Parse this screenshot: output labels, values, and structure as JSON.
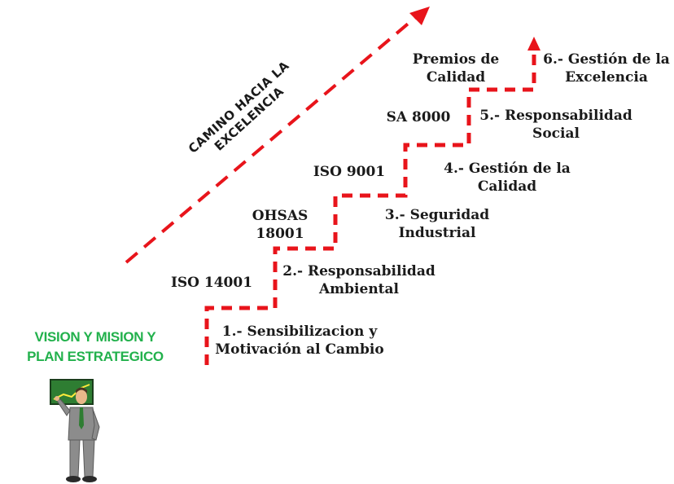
{
  "road_title": [
    "CAMINO HACIA LA",
    "EXCELENCIA"
  ],
  "start": [
    "VISION Y MISION Y",
    "PLAN ESTRATEGICO"
  ],
  "steps": [
    {
      "number": "1.-",
      "label": [
        "1.- Sensibilizacion y",
        "Motivación al Cambio"
      ]
    },
    {
      "number": "2.-",
      "label": [
        "2.- Responsabilidad",
        "Ambiental"
      ]
    },
    {
      "number": "3.-",
      "label": [
        "3.- Seguridad",
        "Industrial"
      ]
    },
    {
      "number": "4.-",
      "label": [
        "4.- Gestión de la",
        "Calidad"
      ]
    },
    {
      "number": "5.-",
      "label": [
        "5.- Responsabilidad",
        "Social"
      ]
    },
    {
      "number": "6.-",
      "label": [
        "6.- Gestión de la",
        "Excelencia"
      ]
    }
  ],
  "standards": [
    [
      "ISO 14001"
    ],
    [
      "OHSAS",
      "18001"
    ],
    [
      "ISO 9001"
    ],
    [
      "SA 8000"
    ],
    [
      "Premios de",
      "Calidad"
    ]
  ],
  "colors": {
    "path": "#e8141b",
    "arrow": "#e8141b",
    "start_text": "#22b14c"
  },
  "icons": {
    "presenter": "businessman-presenter-icon"
  }
}
